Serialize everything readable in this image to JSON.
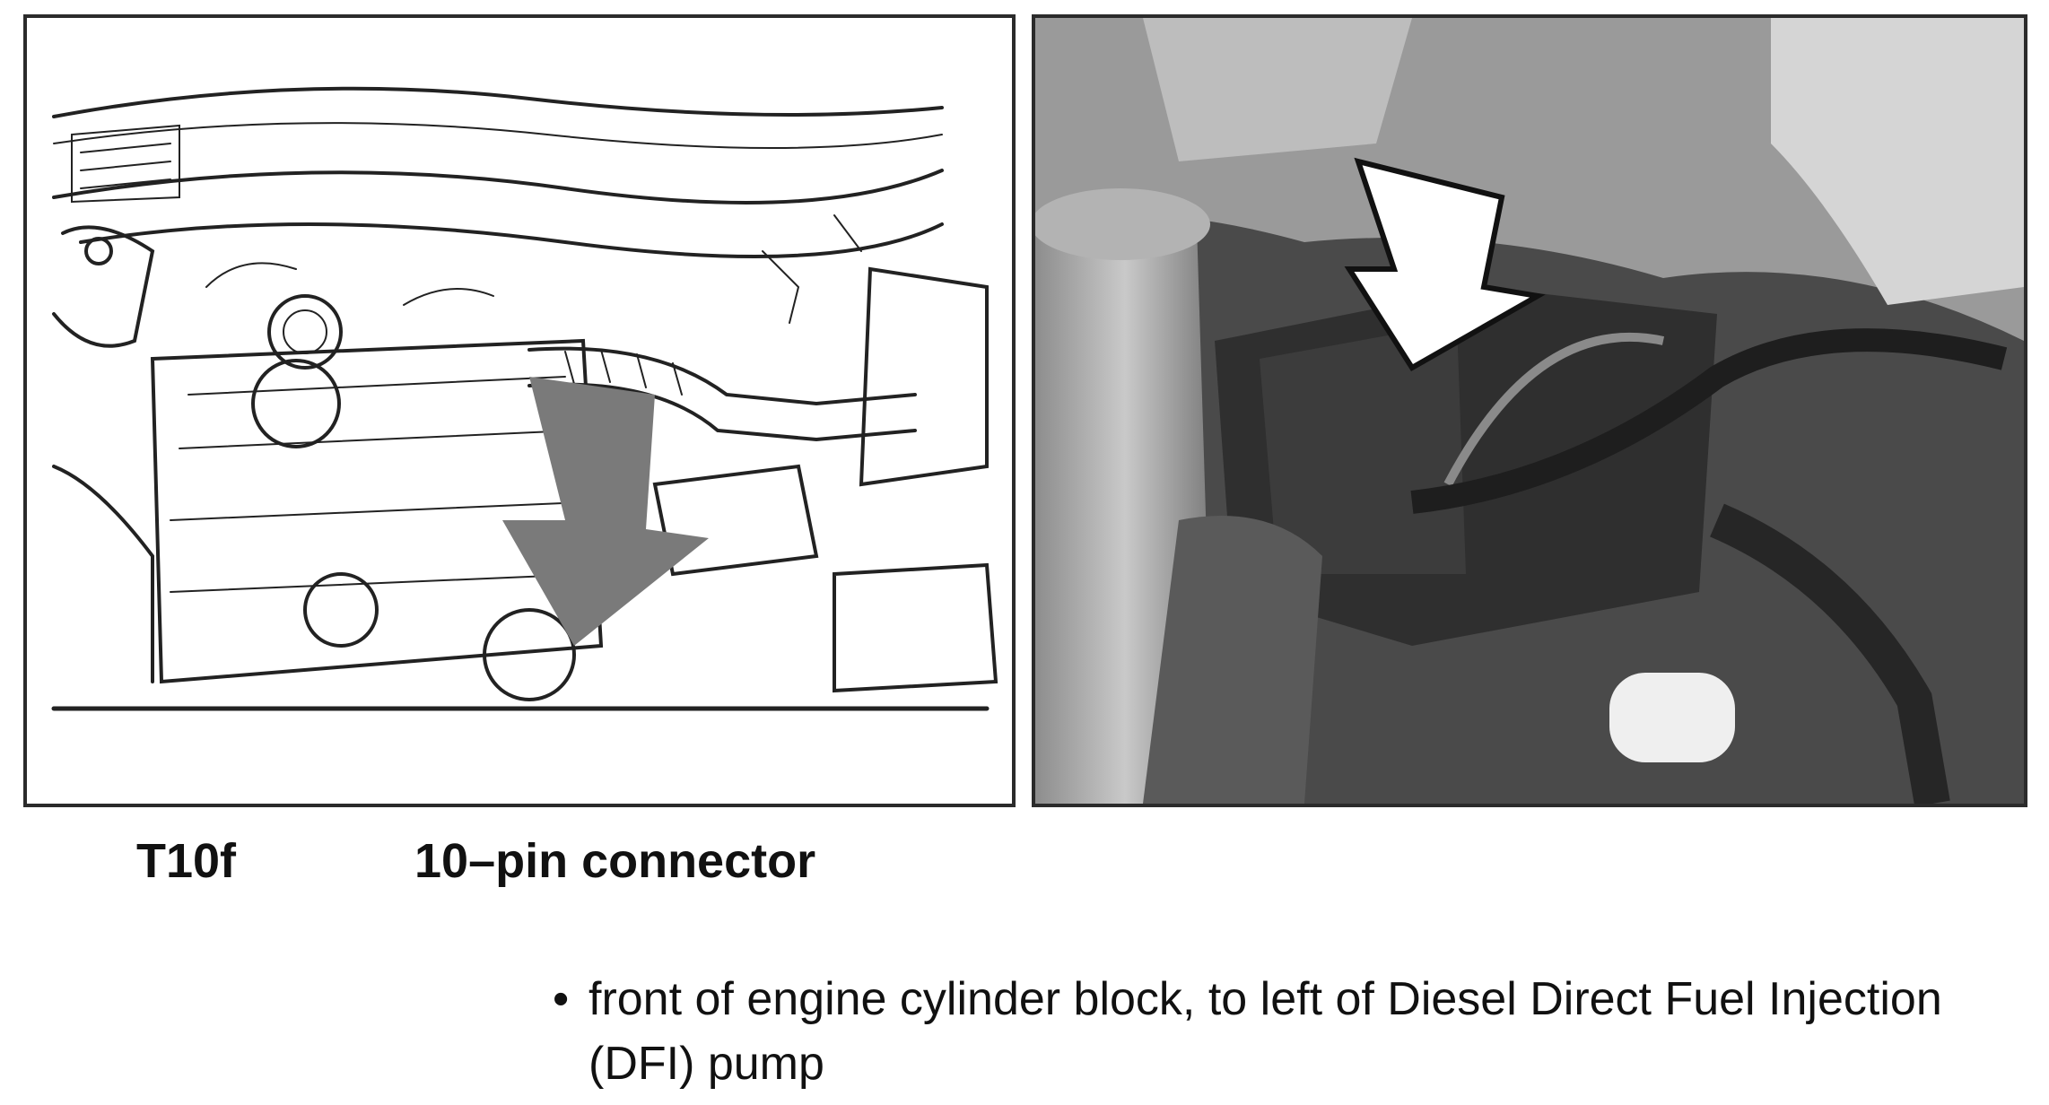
{
  "figure": {
    "diagram_panel": {
      "icon": "engine-bay-line-drawing",
      "arrow_color": "#7a7a7a"
    },
    "photo_panel": {
      "icon": "engine-connector-photo",
      "arrow_color": "#ffffff"
    }
  },
  "caption": {
    "code": "T10f",
    "name": "10–pin connector"
  },
  "location": {
    "bullet": "•",
    "items": [
      "front of engine cylinder block, to left of Diesel Direct Fuel Injection (DFI) pump"
    ]
  }
}
